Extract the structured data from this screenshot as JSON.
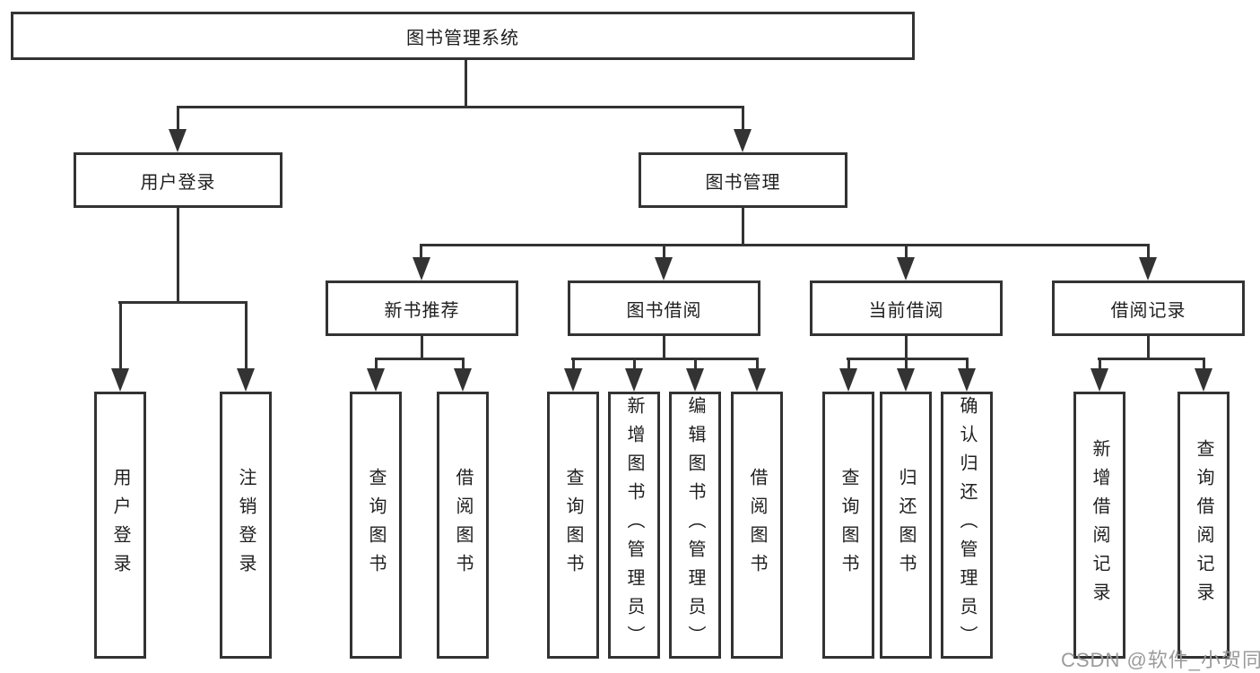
{
  "diagram": {
    "type": "hierarchy-flowchart",
    "colors": {
      "line": "#333333",
      "text": "#1f1f1f",
      "box_background": "#ffffff",
      "page_background": "#ffffff",
      "watermark": "#9b9b9b"
    },
    "tree": {
      "root": {
        "label": "图书管理系统"
      },
      "branches": [
        {
          "label": "用户登录",
          "children": [
            {
              "label": "用户登录"
            },
            {
              "label": "注销登录"
            }
          ]
        },
        {
          "label": "图书管理",
          "children": [
            {
              "label": "新书推荐",
              "children": [
                {
                  "label": "查询图书"
                },
                {
                  "label": "借阅图书"
                }
              ]
            },
            {
              "label": "图书借阅",
              "children": [
                {
                  "label": "查询图书"
                },
                {
                  "label": "新增图书（管理员）"
                },
                {
                  "label": "编辑图书（管理员）"
                },
                {
                  "label": "借阅图书"
                }
              ]
            },
            {
              "label": "当前借阅",
              "children": [
                {
                  "label": "查询图书"
                },
                {
                  "label": "归还图书"
                },
                {
                  "label": "确认归还（管理员）"
                }
              ]
            },
            {
              "label": "借阅记录",
              "children": [
                {
                  "label": "新增借阅记录"
                },
                {
                  "label": "查询借阅记录"
                }
              ]
            }
          ]
        }
      ]
    }
  },
  "watermark": {
    "label": "CSDN @软件_小贺同学"
  }
}
